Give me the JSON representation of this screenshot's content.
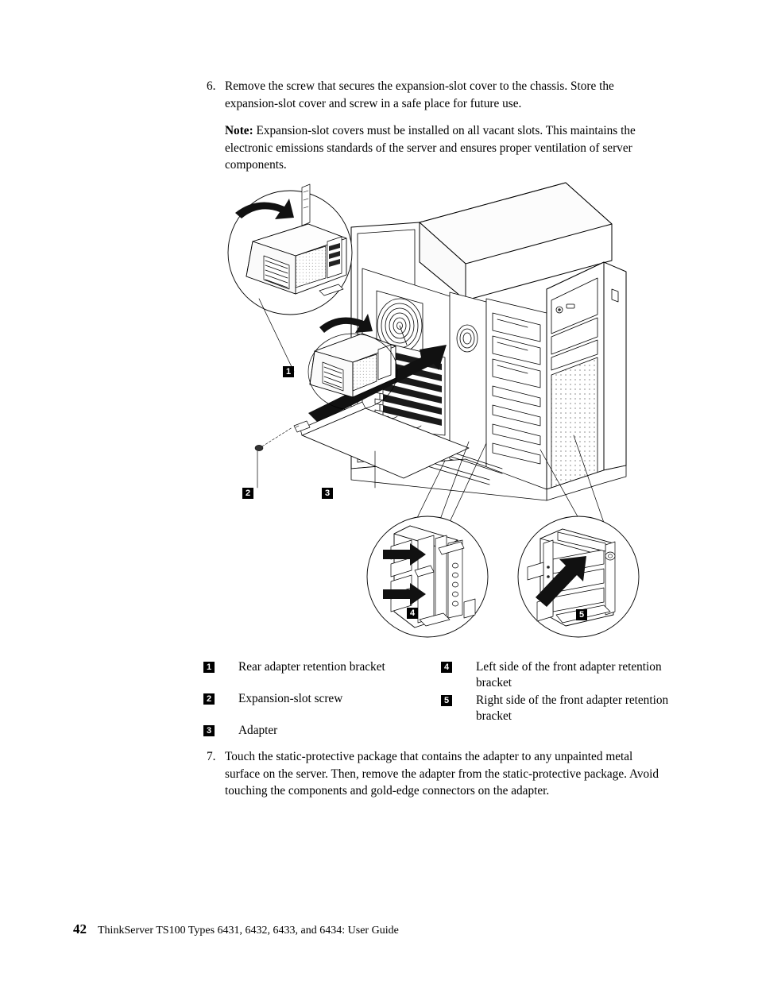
{
  "document": {
    "steps": [
      {
        "number": "6.",
        "text": "Remove the screw that secures the expansion-slot cover to the chassis. Store the expansion-slot cover and screw in a safe place for future use."
      },
      {
        "number": "7.",
        "text": "Touch the static-protective package that contains the adapter to any unpainted metal surface on the server. Then, remove the adapter from the static-protective package. Avoid touching the components and gold-edge connectors on the adapter."
      }
    ],
    "note": {
      "label": "Note:",
      "text": "Expansion-slot covers must be installed on all vacant slots. This maintains the electronic emissions standards of the server and ensures proper ventilation of server components."
    }
  },
  "figure": {
    "name": "server-adapter-installation-diagram",
    "callouts": [
      {
        "id": "1",
        "label": "1"
      },
      {
        "id": "2",
        "label": "2"
      },
      {
        "id": "3",
        "label": "3"
      },
      {
        "id": "4",
        "label": "4"
      },
      {
        "id": "5",
        "label": "5"
      }
    ]
  },
  "legend": {
    "left": [
      {
        "marker": "1",
        "text": "Rear adapter retention bracket"
      },
      {
        "marker": "2",
        "text": "Expansion-slot screw"
      },
      {
        "marker": "3",
        "text": "Adapter"
      }
    ],
    "right": [
      {
        "marker": "4",
        "text": "Left side of the front adapter retention bracket"
      },
      {
        "marker": "5",
        "text": "Right side of the front adapter retention bracket"
      }
    ]
  },
  "footer": {
    "page_number": "42",
    "title": "ThinkServer TS100 Types 6431, 6432, 6433, and 6434:  User Guide"
  }
}
